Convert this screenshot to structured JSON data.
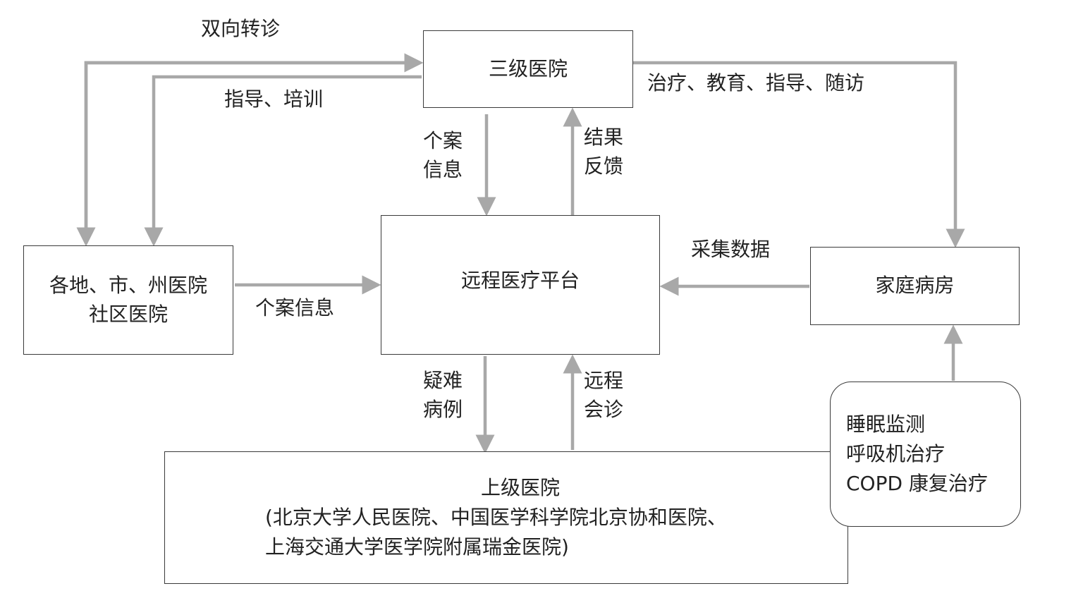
{
  "nodes": {
    "tertiary": "三级医院",
    "regional": [
      "各地、市、州医院",
      "社区医院"
    ],
    "platform": "远程医疗平台",
    "home": "家庭病房",
    "superior": [
      "上级医院",
      "(北京大学人民医院、中国医学科学院北京协和医院、",
      "上海交通大学医学院附属瑞金医院)"
    ],
    "services": [
      "睡眠监测",
      "呼吸机治疗",
      "COPD 康复治疗"
    ]
  },
  "edges": {
    "two_way_referral": "双向转诊",
    "guidance_training": "指导、培训",
    "treatment_followup": "治疗、教育、指导、随访",
    "case_info_down": [
      "个案",
      "信息"
    ],
    "result_feedback": [
      "结果",
      "反馈"
    ],
    "case_info": "个案信息",
    "collect_data": "采集数据",
    "difficult_cases": [
      "疑难",
      "病例"
    ],
    "remote_consult": [
      "远程",
      "会诊"
    ]
  },
  "colors": {
    "arrow": "#a8a8a8",
    "border": "#3a3a3a",
    "text": "#222222"
  }
}
